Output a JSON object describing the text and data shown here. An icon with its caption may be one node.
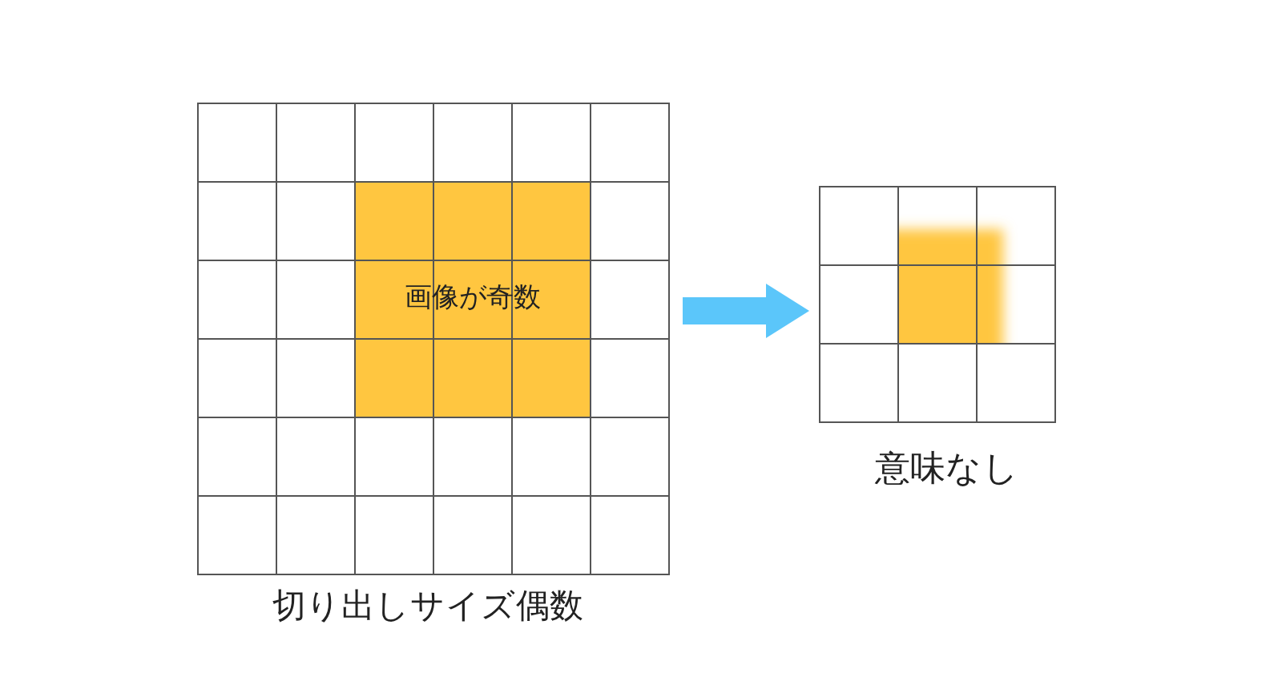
{
  "diagram": {
    "nodes": [
      {
        "text": [],
        "shape": "grid",
        "beside": [
          "切り出しサイズ偶数"
        ]
      },
      {
        "text": [
          "画像が奇数"
        ],
        "in": 0
      },
      {
        "text": [],
        "shape": "grid",
        "beside": [
          "意味なし"
        ]
      },
      {
        "text": [],
        "shape": "box",
        "in": 2
      }
    ],
    "edges": [
      {
        "from": 0,
        "to": 2,
        "arrow": "to"
      }
    ]
  }
}
